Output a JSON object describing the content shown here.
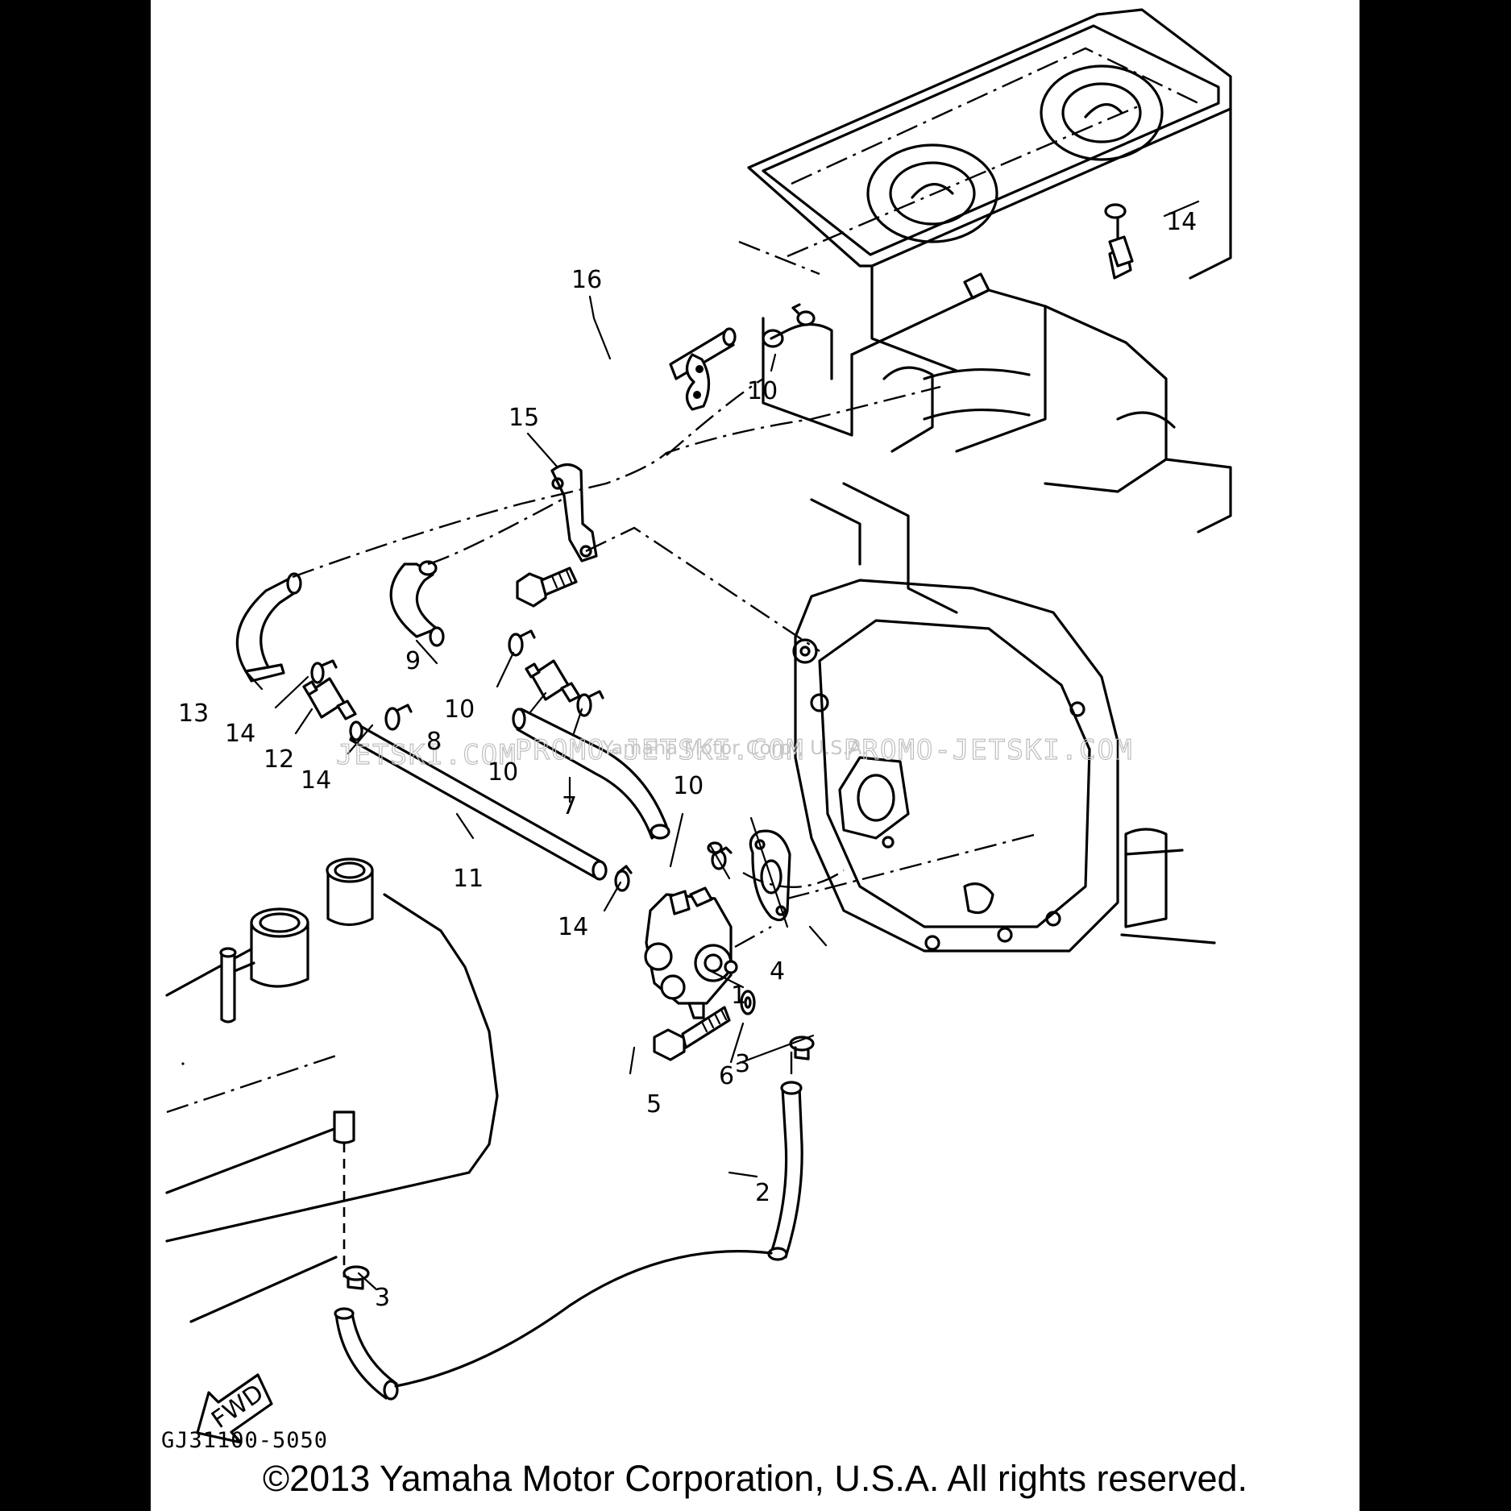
{
  "diagram": {
    "code": "GJ31100-5050",
    "copyright": "©2013 Yamaha Motor Corporation, U.S.A. All rights reserved.",
    "direction_arrow": "FWD",
    "watermark_site": "PROMO-JETSKI.COM",
    "watermark_site_left": "JETSKI.COM",
    "watermark_owner": "Yamaha Motor Corp., U.S.A.",
    "callouts": [
      "1",
      "2",
      "3",
      "3",
      "4",
      "5",
      "6",
      "7",
      "8",
      "9",
      "10",
      "10",
      "10",
      "10",
      "11",
      "12",
      "13",
      "14",
      "14",
      "14",
      "14",
      "15",
      "16"
    ]
  }
}
